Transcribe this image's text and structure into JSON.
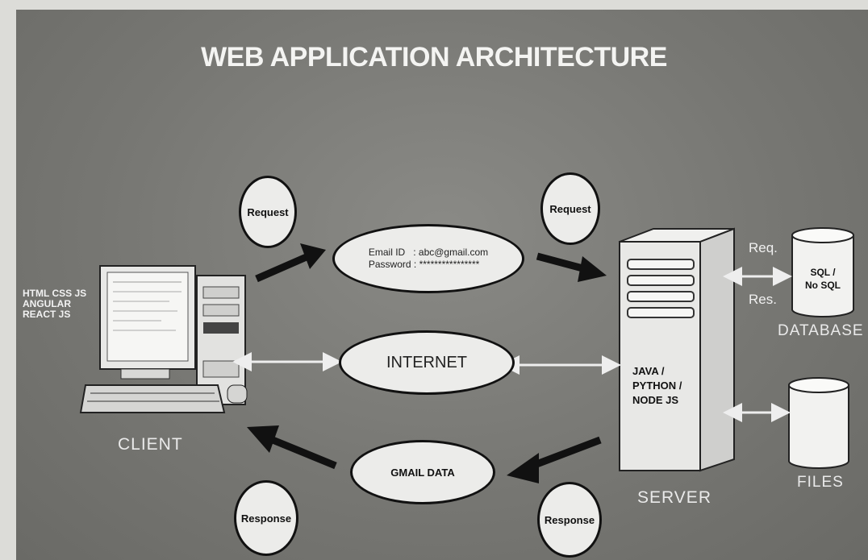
{
  "title": "WEB APPLICATION ARCHITECTURE",
  "client": {
    "stack_lines": [
      "HTML  CSS  JS",
      "ANGULAR",
      "REACT JS"
    ],
    "caption": "CLIENT"
  },
  "request_left": "Request",
  "request_right": "Request",
  "credentials": {
    "email_label": "Email ID",
    "email_value": ": abc@gmail.com",
    "password_label": "Password",
    "password_value": ": ****************"
  },
  "internet": "INTERNET",
  "gmail_data": "GMAIL DATA",
  "response_left": "Response",
  "response_right": "Response",
  "server": {
    "tech_lines": [
      "JAVA /",
      "PYTHON /",
      "NODE JS"
    ],
    "caption": "SERVER"
  },
  "database": {
    "req_label": "Req.",
    "res_label": "Res.",
    "db_lines": [
      "SQL /",
      "No SQL"
    ],
    "caption": "DATABASE"
  },
  "files": {
    "caption": "FILES"
  }
}
